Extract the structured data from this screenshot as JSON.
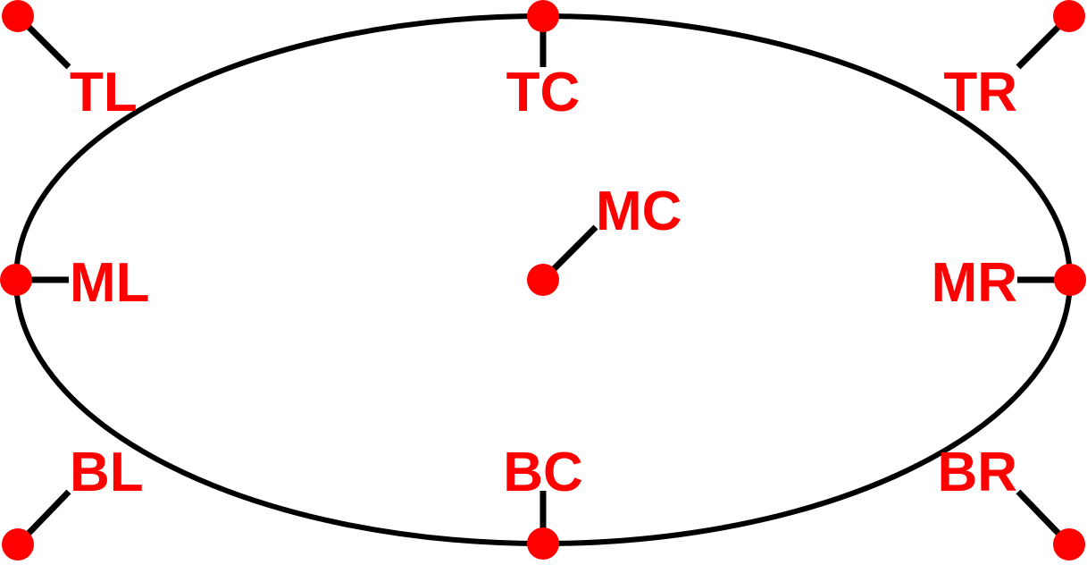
{
  "colors": {
    "outline": "#000000",
    "marker": "#ff0000",
    "label": "#ff0000",
    "background": "#ffffff"
  },
  "shape": "ellipse",
  "anchors": [
    {
      "id": "tl",
      "label": "TL"
    },
    {
      "id": "tc",
      "label": "TC"
    },
    {
      "id": "tr",
      "label": "TR"
    },
    {
      "id": "ml",
      "label": "ML"
    },
    {
      "id": "mc",
      "label": "MC"
    },
    {
      "id": "mr",
      "label": "MR"
    },
    {
      "id": "bl",
      "label": "BL"
    },
    {
      "id": "bc",
      "label": "BC"
    },
    {
      "id": "br",
      "label": "BR"
    }
  ]
}
